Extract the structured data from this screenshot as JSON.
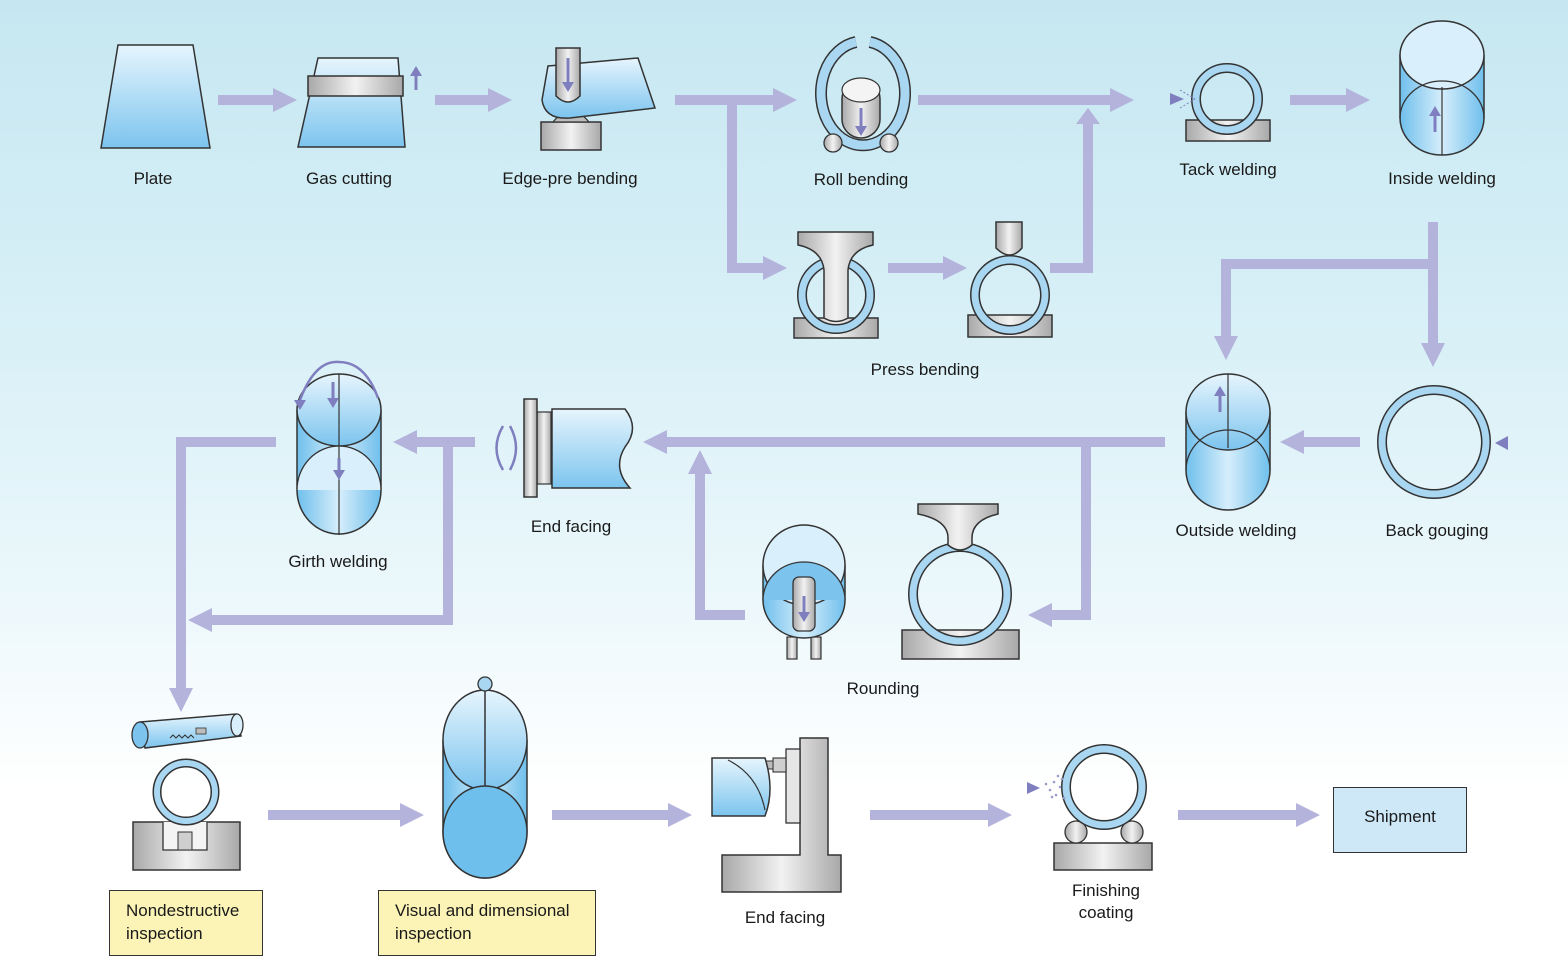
{
  "steps": {
    "plate": "Plate",
    "gas_cutting": "Gas cutting",
    "edge_pre_bending": "Edge-pre bending",
    "roll_bending": "Roll bending",
    "press_bending": "Press bending",
    "tack_welding": "Tack welding",
    "inside_welding": "Inside welding",
    "outside_welding": "Outside welding",
    "back_gouging": "Back gouging",
    "end_facing_1": "End facing",
    "rounding": "Rounding",
    "girth_welding": "Girth welding",
    "nde_line1": "Nondestructive",
    "nde_line2": "inspection",
    "visual_line1": "Visual and dimensional",
    "visual_line2": "inspection",
    "end_facing_2": "End facing",
    "finishing_line1": "Finishing",
    "finishing_line2": "coating",
    "shipment": "Shipment"
  },
  "colors": {
    "arrow": "#b3b3dc",
    "pipe_fill": "#a9d7f2",
    "pipe_inner": "#5fb3e6",
    "metal": "#d9d9d9",
    "indicator": "#7f7fbf",
    "box_yellow": "#fbf4b6",
    "box_blue": "#cfe8f8"
  }
}
